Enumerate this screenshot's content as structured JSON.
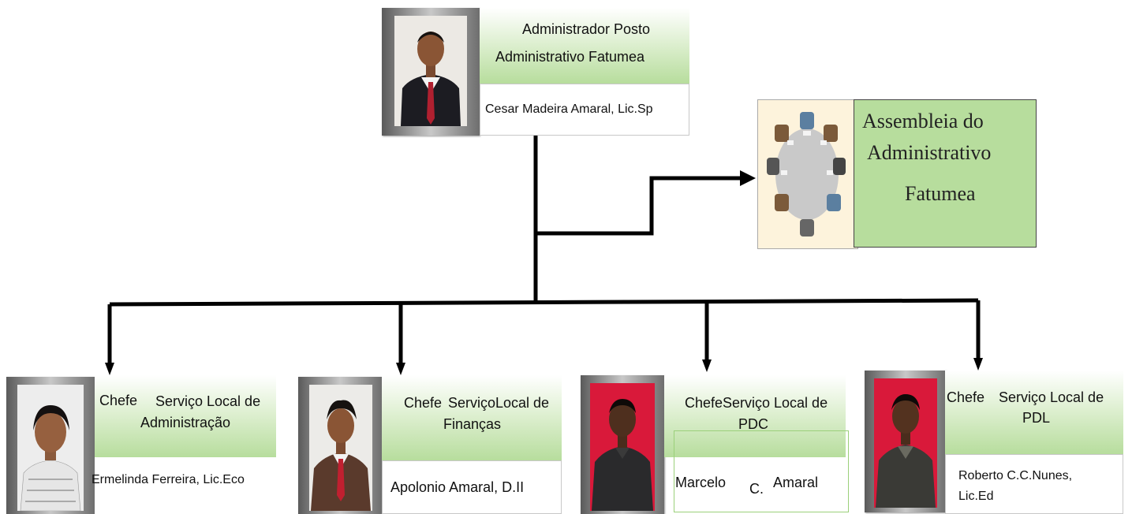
{
  "top": {
    "title_line1": "Administrador Posto",
    "title_line2": "Administrativo  Fatumea",
    "name": "Cesar Madeira Amaral, Lic.Sp"
  },
  "assembly": {
    "line1": "Assembleia do",
    "line2": "Administrativo",
    "line3": "Fatumea"
  },
  "units": [
    {
      "word1": "Chefe",
      "word2": "Serviço Local de",
      "line2": "Administração",
      "name": "Ermelinda Ferreira, Lic.Eco"
    },
    {
      "word1": "Chefe",
      "word2": "Serviço",
      "word3": "Local de",
      "line2": "Finanças",
      "name": "Apolonio Amaral, D.II"
    },
    {
      "word1": "Chefe",
      "word2": "Serviço Local de",
      "line2": "PDC",
      "name_a": "Marcelo",
      "name_b": "C.",
      "name_c": "Amaral"
    },
    {
      "word1": "Chefe",
      "word2": "Serviço Local de",
      "line2": "PDL",
      "name_line1": "Roberto C.C.Nunes,",
      "name_line2": "Lic.Ed"
    }
  ],
  "colors": {
    "green_panel": "#b7dd9d",
    "connector": "#000000",
    "assembly_bg": "#fdf3dc"
  }
}
